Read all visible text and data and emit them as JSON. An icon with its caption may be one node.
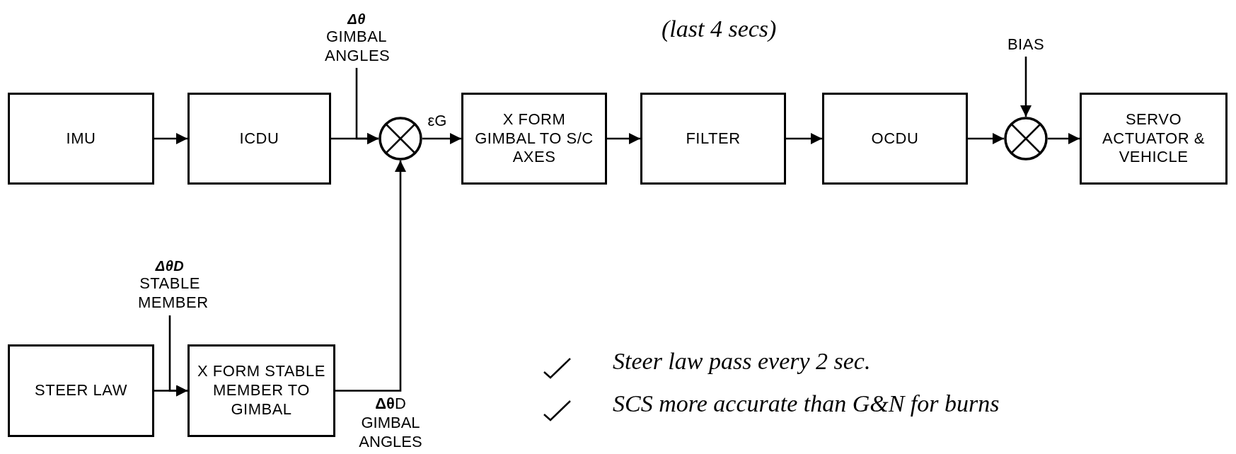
{
  "diagram": {
    "nodes": [
      {
        "text": [
          "IMU"
        ]
      },
      {
        "text": [
          "ICDU"
        ]
      },
      {
        "text": [
          "Δθ",
          "GIMBAL ANGLES"
        ]
      },
      {
        "text": [],
        "shape": "circle"
      },
      {
        "text": [
          "X FORM GIMBAL TO S/C AXES"
        ]
      },
      {
        "text": [
          "FILTER"
        ]
      },
      {
        "text": [
          "OCDU"
        ]
      },
      {
        "text": [
          "BIAS"
        ]
      },
      {
        "text": [],
        "shape": "circle"
      },
      {
        "text": [
          "SERVO ACTUATOR & VEHICLE"
        ]
      },
      {
        "text": [
          "**Δθ**D",
          "STABLE MEMBER"
        ]
      },
      {
        "text": [
          "STEER LAW"
        ]
      },
      {
        "text": [
          "X FORM STABLE MEMBER TO GIMBAL"
        ]
      }
    ],
    "edges": [
      {
        "from": 0,
        "to": 1,
        "arrow": "to"
      },
      {
        "from": 1,
        "to": 3,
        "arrow": "to"
      },
      {
        "from": 2,
        "to": 3,
        "arrow": "to"
      },
      {
        "from": 3,
        "to": 4,
        "arrow": "to",
        "label": "εG"
      },
      {
        "from": 4,
        "to": 5,
        "arrow": "to"
      },
      {
        "from": 5,
        "to": 6,
        "arrow": "to"
      },
      {
        "from": 6,
        "to": 8,
        "arrow": "to"
      },
      {
        "from": 7,
        "to": 8,
        "arrow": "to"
      },
      {
        "from": 8,
        "to": 9,
        "arrow": "to"
      },
      {
        "from": 11,
        "to": 12,
        "arrow": "to"
      },
      {
        "from": 10,
        "to": 12,
        "arrow": "to"
      },
      {
        "from": 12,
        "to": 3,
        "arrow": "to",
        "label": "**Δθ**D GIMBAL ANGLES"
      }
    ],
    "labels": [
      "(last 4 secs)",
      "Steer law pass every 2 sec.",
      "SCS more accurate than G&N for burns"
    ]
  }
}
